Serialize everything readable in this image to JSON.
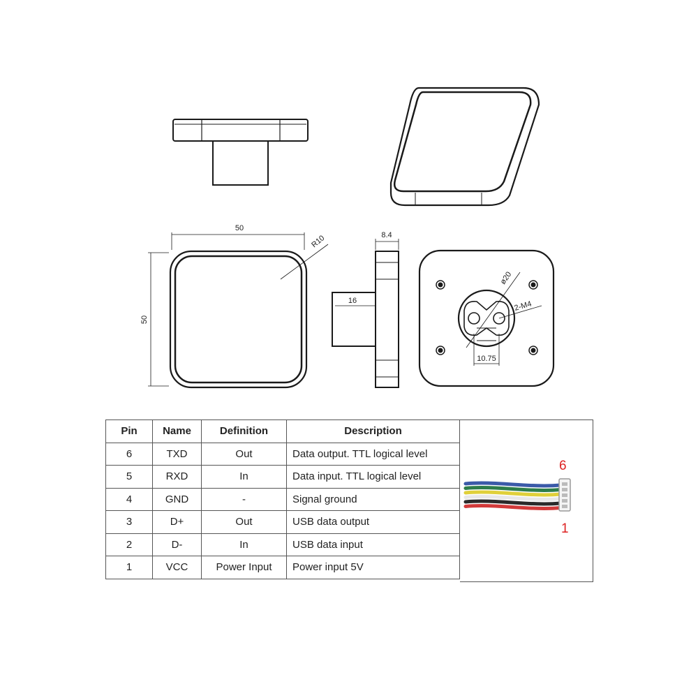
{
  "dimensions": {
    "width": "50",
    "height": "50",
    "radius": "R10",
    "thickness": "8.4",
    "boss_length": "16",
    "boss_diameter": "ø20",
    "screws": "2-M4",
    "slot_width": "10.75"
  },
  "table": {
    "headers": [
      "Pin",
      "Name",
      "Definition",
      "Description"
    ],
    "rows": [
      {
        "pin": "6",
        "name": "TXD",
        "definition": "Out",
        "description": "Data output. TTL logical level"
      },
      {
        "pin": "5",
        "name": "RXD",
        "definition": "In",
        "description": "Data input. TTL logical level"
      },
      {
        "pin": "4",
        "name": "GND",
        "definition": "-",
        "description": "Signal ground"
      },
      {
        "pin": "3",
        "name": "D+",
        "definition": "Out",
        "description": "USB data output"
      },
      {
        "pin": "2",
        "name": "D-",
        "definition": "In",
        "description": "USB data input"
      },
      {
        "pin": "1",
        "name": "VCC",
        "definition": "Power Input",
        "description": "Power input 5V"
      }
    ]
  },
  "cable": {
    "top_pin_label": "6",
    "bottom_pin_label": "1",
    "wire_colors": [
      "#3b5aa8",
      "#2e7d4a",
      "#e0d03a",
      "#f2f2f2",
      "#2a2a2a",
      "#d23a3a"
    ],
    "label_color": "#dd2222"
  }
}
